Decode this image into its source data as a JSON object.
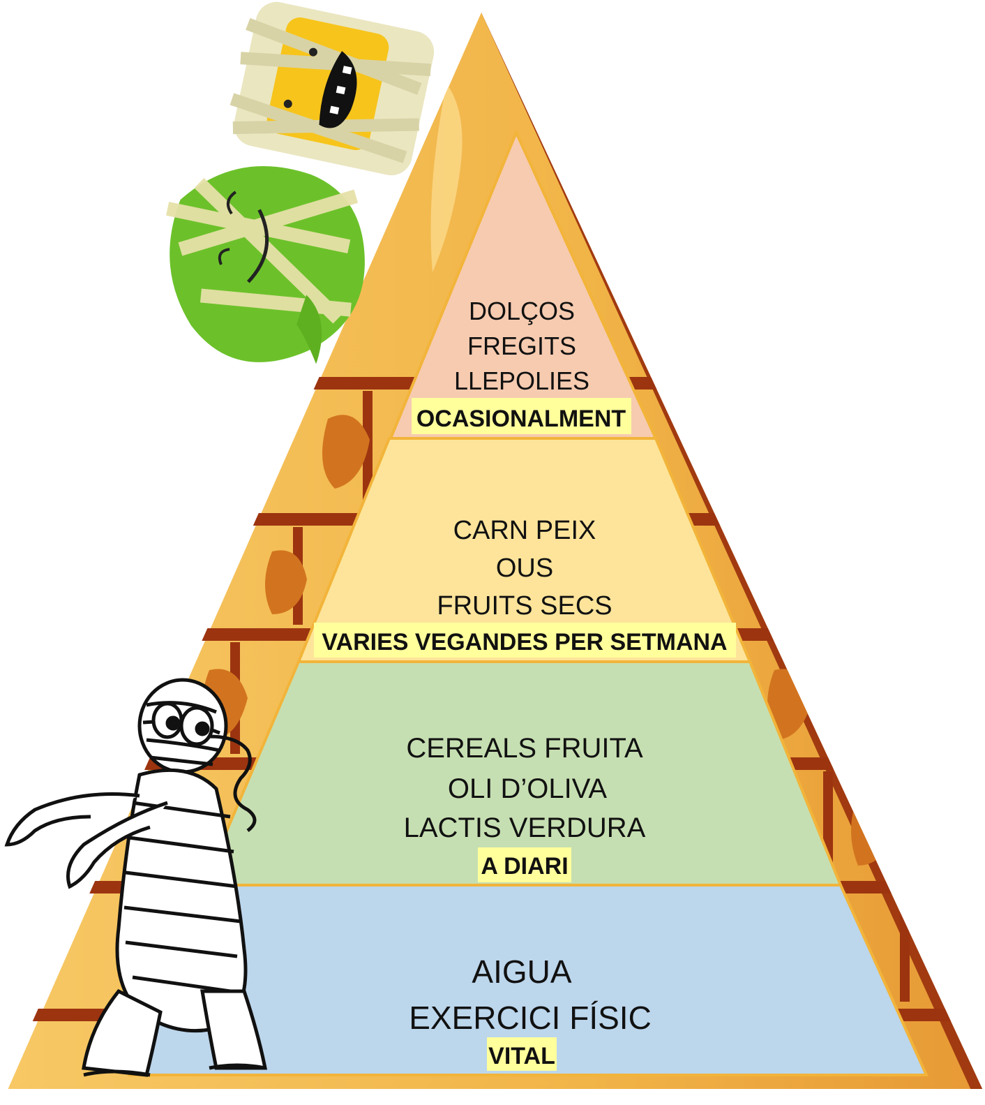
{
  "tiers": [
    {
      "id": "top",
      "lines": [
        "DOLÇOS",
        "FREGITS",
        "LLEPOLIES"
      ],
      "frequency": "OCASIONALMENT",
      "fill": "#f6cbb0"
    },
    {
      "id": "second",
      "lines": [
        "CARN   PEIX",
        "OUS",
        "FRUITS SECS"
      ],
      "frequency": "VARIES VEGANDES  PER SETMANA",
      "fill": "#fde49a"
    },
    {
      "id": "third",
      "lines": [
        "CEREALS   FRUITA",
        "OLI D’OLIVA",
        "LACTIS   VERDURA"
      ],
      "frequency": "A DIARI",
      "fill": "#c6dfb2"
    },
    {
      "id": "base",
      "lines": [
        "AIGUA",
        "EXERCICI FÍSIC"
      ],
      "frequency": "VITAL",
      "fill": "#bcd6ec"
    }
  ],
  "colors": {
    "highlight": "#ffff9c",
    "stone_light": "#f6c35c",
    "stone_mid": "#e8a43c",
    "stone_dark": "#c8641c",
    "mortar": "#9c3410",
    "edge_shadow": "#a13a10"
  },
  "decorations": {
    "monster_yellow": "yellow-mummy-monster-icon",
    "monster_green": "green-mummy-monster-icon",
    "mummy": "walking-mummy-icon"
  }
}
